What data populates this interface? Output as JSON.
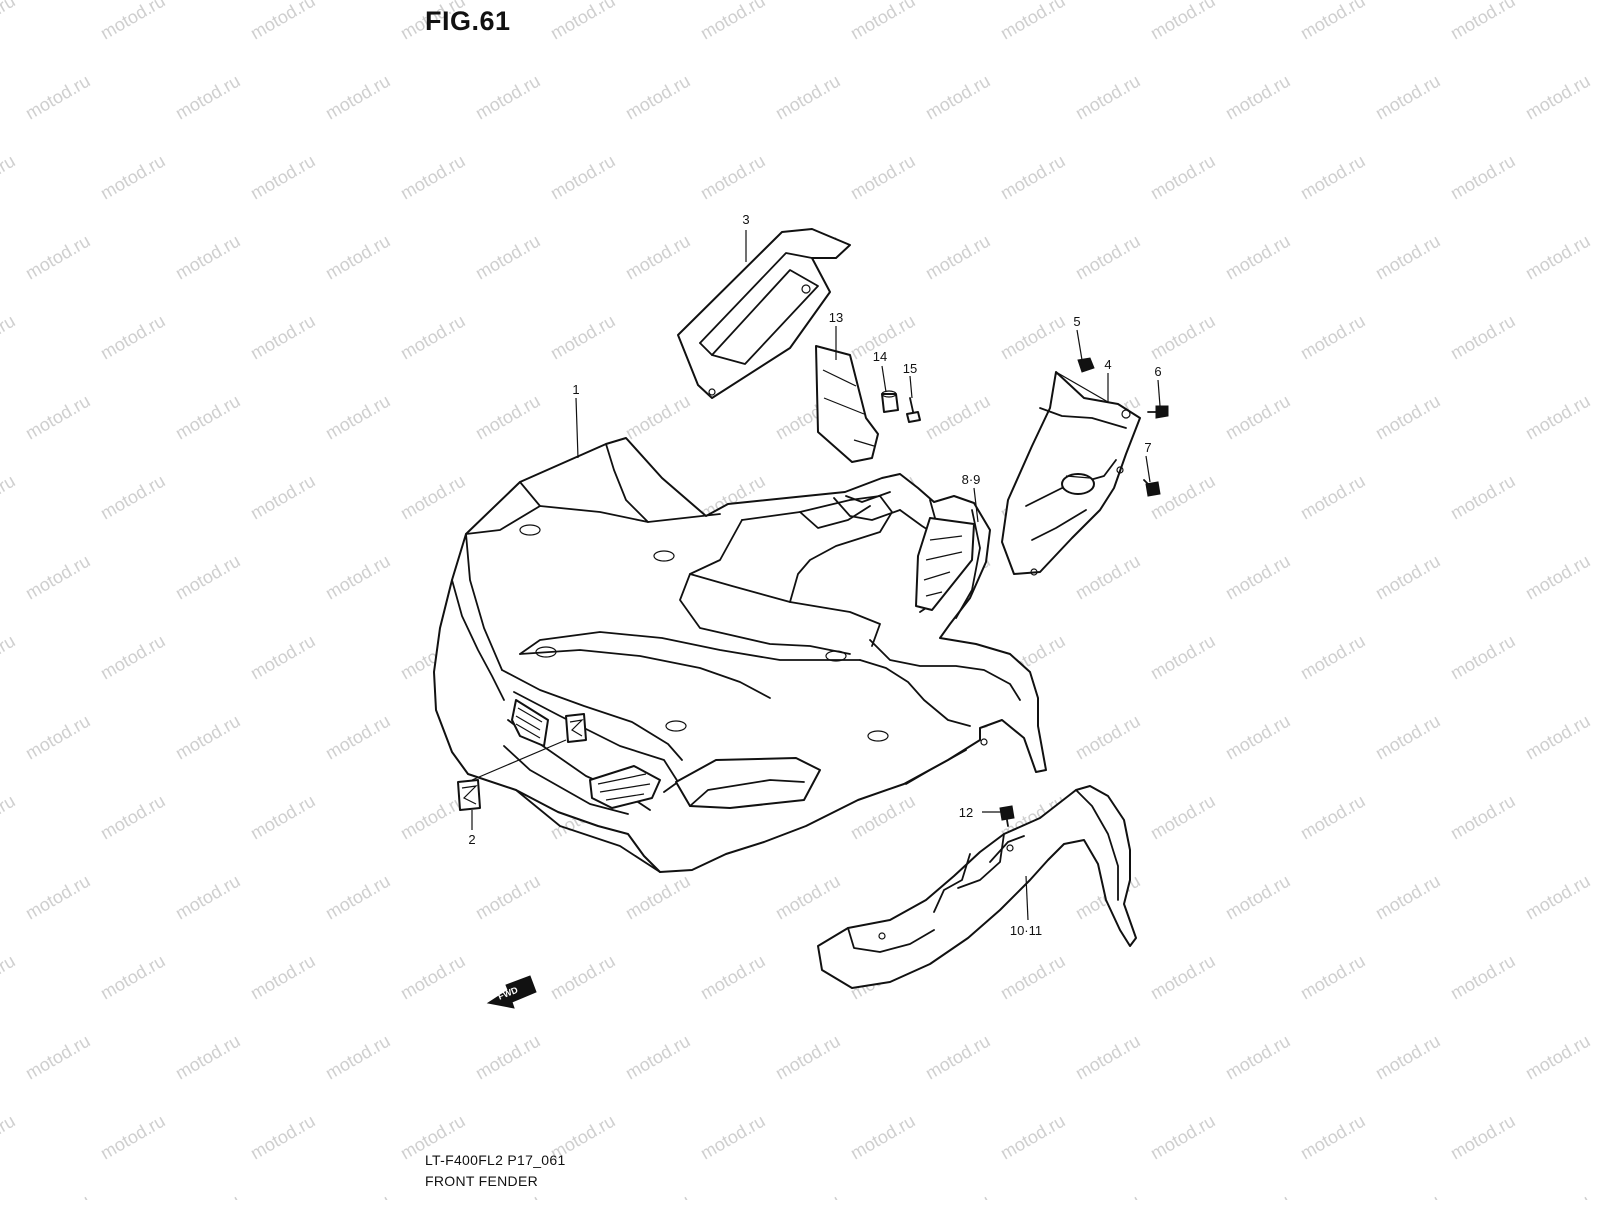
{
  "figure": {
    "title": "FIG.61",
    "code": "LT-F400FL2 P17_061",
    "name": "FRONT FENDER"
  },
  "watermark": "motod.ru",
  "fwd_label": "FWD",
  "callouts": [
    "1",
    "2",
    "3",
    "4",
    "5",
    "6",
    "7",
    "8·9",
    "10·11",
    "12",
    "13",
    "14",
    "15"
  ]
}
